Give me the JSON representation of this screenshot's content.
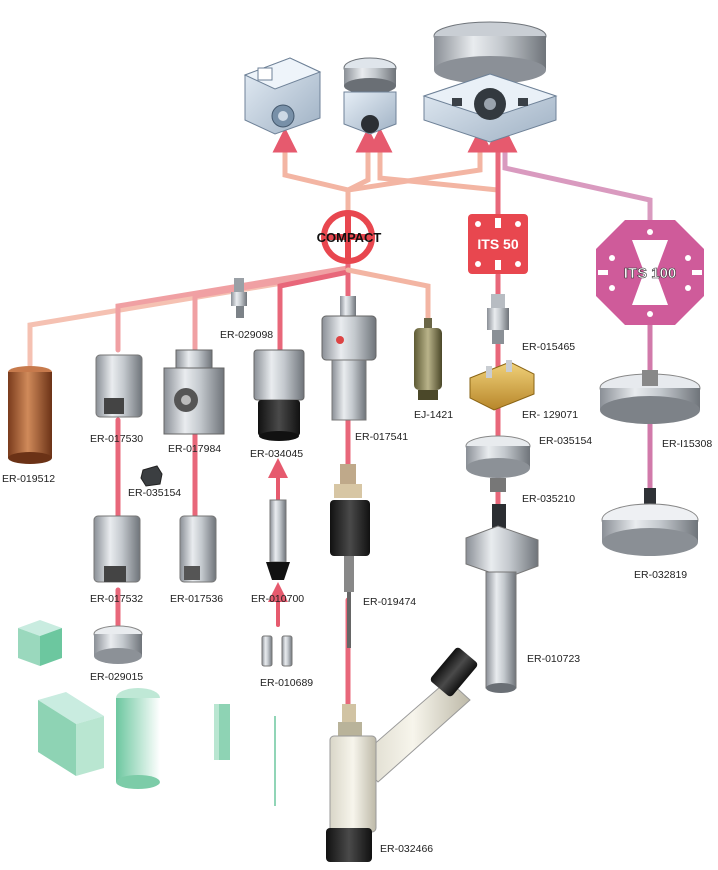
{
  "hubs": {
    "compact": "COMPACT",
    "its50": "ITS 50",
    "its100": "ITS 100"
  },
  "parts": {
    "p019512": "ER-019512",
    "p017530": "ER-017530",
    "p017984": "ER-017984",
    "p029098": "ER-029098",
    "p034045": "ER-034045",
    "p017541": "ER-017541",
    "pej1421": "EJ-1421",
    "p015465": "ER-015465",
    "p129071": "ER- 129071",
    "p035154a": "ER-035154",
    "p035154b": "ER-035154",
    "p035210": "ER-035210",
    "p115308": "ER-I15308",
    "p032819": "ER-032819",
    "p017532": "ER-017532",
    "p017536": "ER-017536",
    "p010700": "ER-010700",
    "p019474": "ER-019474",
    "p029015": "ER-029015",
    "p010689": "ER-010689",
    "p010723": "ER-010723",
    "p032466": "ER-032466"
  },
  "colors": {
    "line_light": "#f5b8a5",
    "line_red": "#e8677a",
    "arrow": "#e65a6e",
    "compact_hub": "#e8474f",
    "its50_hub": "#e8474f",
    "its100_hub": "#cf5b9a",
    "its100_line": "#d17aaa",
    "green_block": "#8ed3b4"
  }
}
